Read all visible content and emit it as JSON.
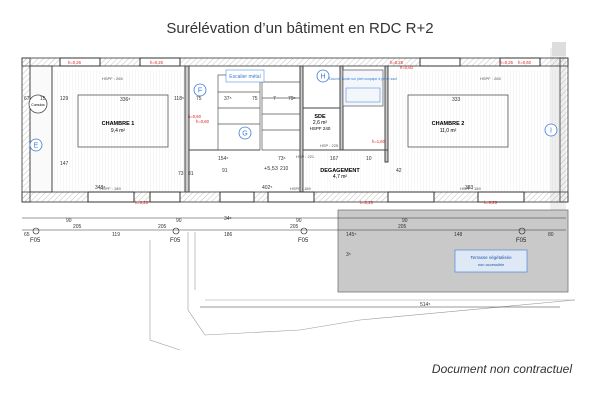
{
  "title": "Surélévation d’un bâtiment en RDC R+2",
  "footer": "Document non contractuel",
  "rooms": {
    "chambre1": {
      "name": "CHAMBRE 1",
      "area": "9,4 m²"
    },
    "chambre2": {
      "name": "CHAMBRE 2",
      "area": "11,0 m²"
    },
    "sde": {
      "name": "SDE",
      "area": "2,6 m²",
      "hspf": "HSPF 240"
    },
    "degagement": {
      "name": "DEGAGEMENT",
      "area": "4,7 m²"
    },
    "escalier": {
      "name": "Escalier métal"
    },
    "terrasse": {
      "name": "Terrasse végétalisée",
      "note": "non accessible"
    },
    "cumulus": "Cumulus",
    "douche": "Douche Bodin sur pied soupape à pente sauf"
  },
  "markers": [
    "E",
    "F",
    "G",
    "H",
    "I"
  ],
  "windows": [
    "F05",
    "F05",
    "F05",
    "F05"
  ],
  "levels": {
    "top_left": "h=0,26",
    "top_mid": "h=0,26",
    "top_right1": "h=0,25",
    "top_right2": "h=0,60",
    "top_right3": "h=0,25",
    "top_right4": "h=0,60",
    "left_mid": "h=0,60",
    "left_mid2": "h=0,60",
    "right_mid": "h=1,60",
    "bottom1": "h=0,25",
    "bottom2": "h=0,25",
    "bottom3": "h=0,25",
    "stair": "+5,53"
  },
  "dims": {
    "top_hspf_left": "HSPF : 265",
    "top_hspf_right": "HSPF : 265",
    "bottom_hspf_left": "HSPF : 189",
    "bottom_hspf_mid": "HSPF : 189",
    "bottom_hspf_right": "HSPF : 189",
    "hsp_221": "HSP : 221",
    "hsp_225": "HSP : 225",
    "w336": "336⁵",
    "w333": "333",
    "w348": "348⁵",
    "w383": "383",
    "w402": "402⁵",
    "w67": "67",
    "w15": "15",
    "w129": "129",
    "w118": "118⁵",
    "w75a": "75",
    "w37": "37⁵",
    "w75b": "75",
    "w7": "7",
    "w79": "79⁵",
    "w154": "154⁵",
    "w73": "73⁵",
    "w210": "210",
    "w167": "167",
    "w10": "10",
    "w147": "147",
    "w91": "91",
    "w81": "81",
    "w73b": "73",
    "w42": "42",
    "w34": "34⁵",
    "w90a": "90",
    "w205a": "205",
    "w90b": "90",
    "w205b": "205",
    "w90c": "90",
    "w205c": "205",
    "w90d": "90",
    "w205d": "205",
    "w65": "65",
    "w119": "119",
    "w186": "186",
    "w145": "145⁵",
    "w148": "148",
    "w80": "80",
    "w514": "514⁵",
    "w3": "3⁵"
  }
}
